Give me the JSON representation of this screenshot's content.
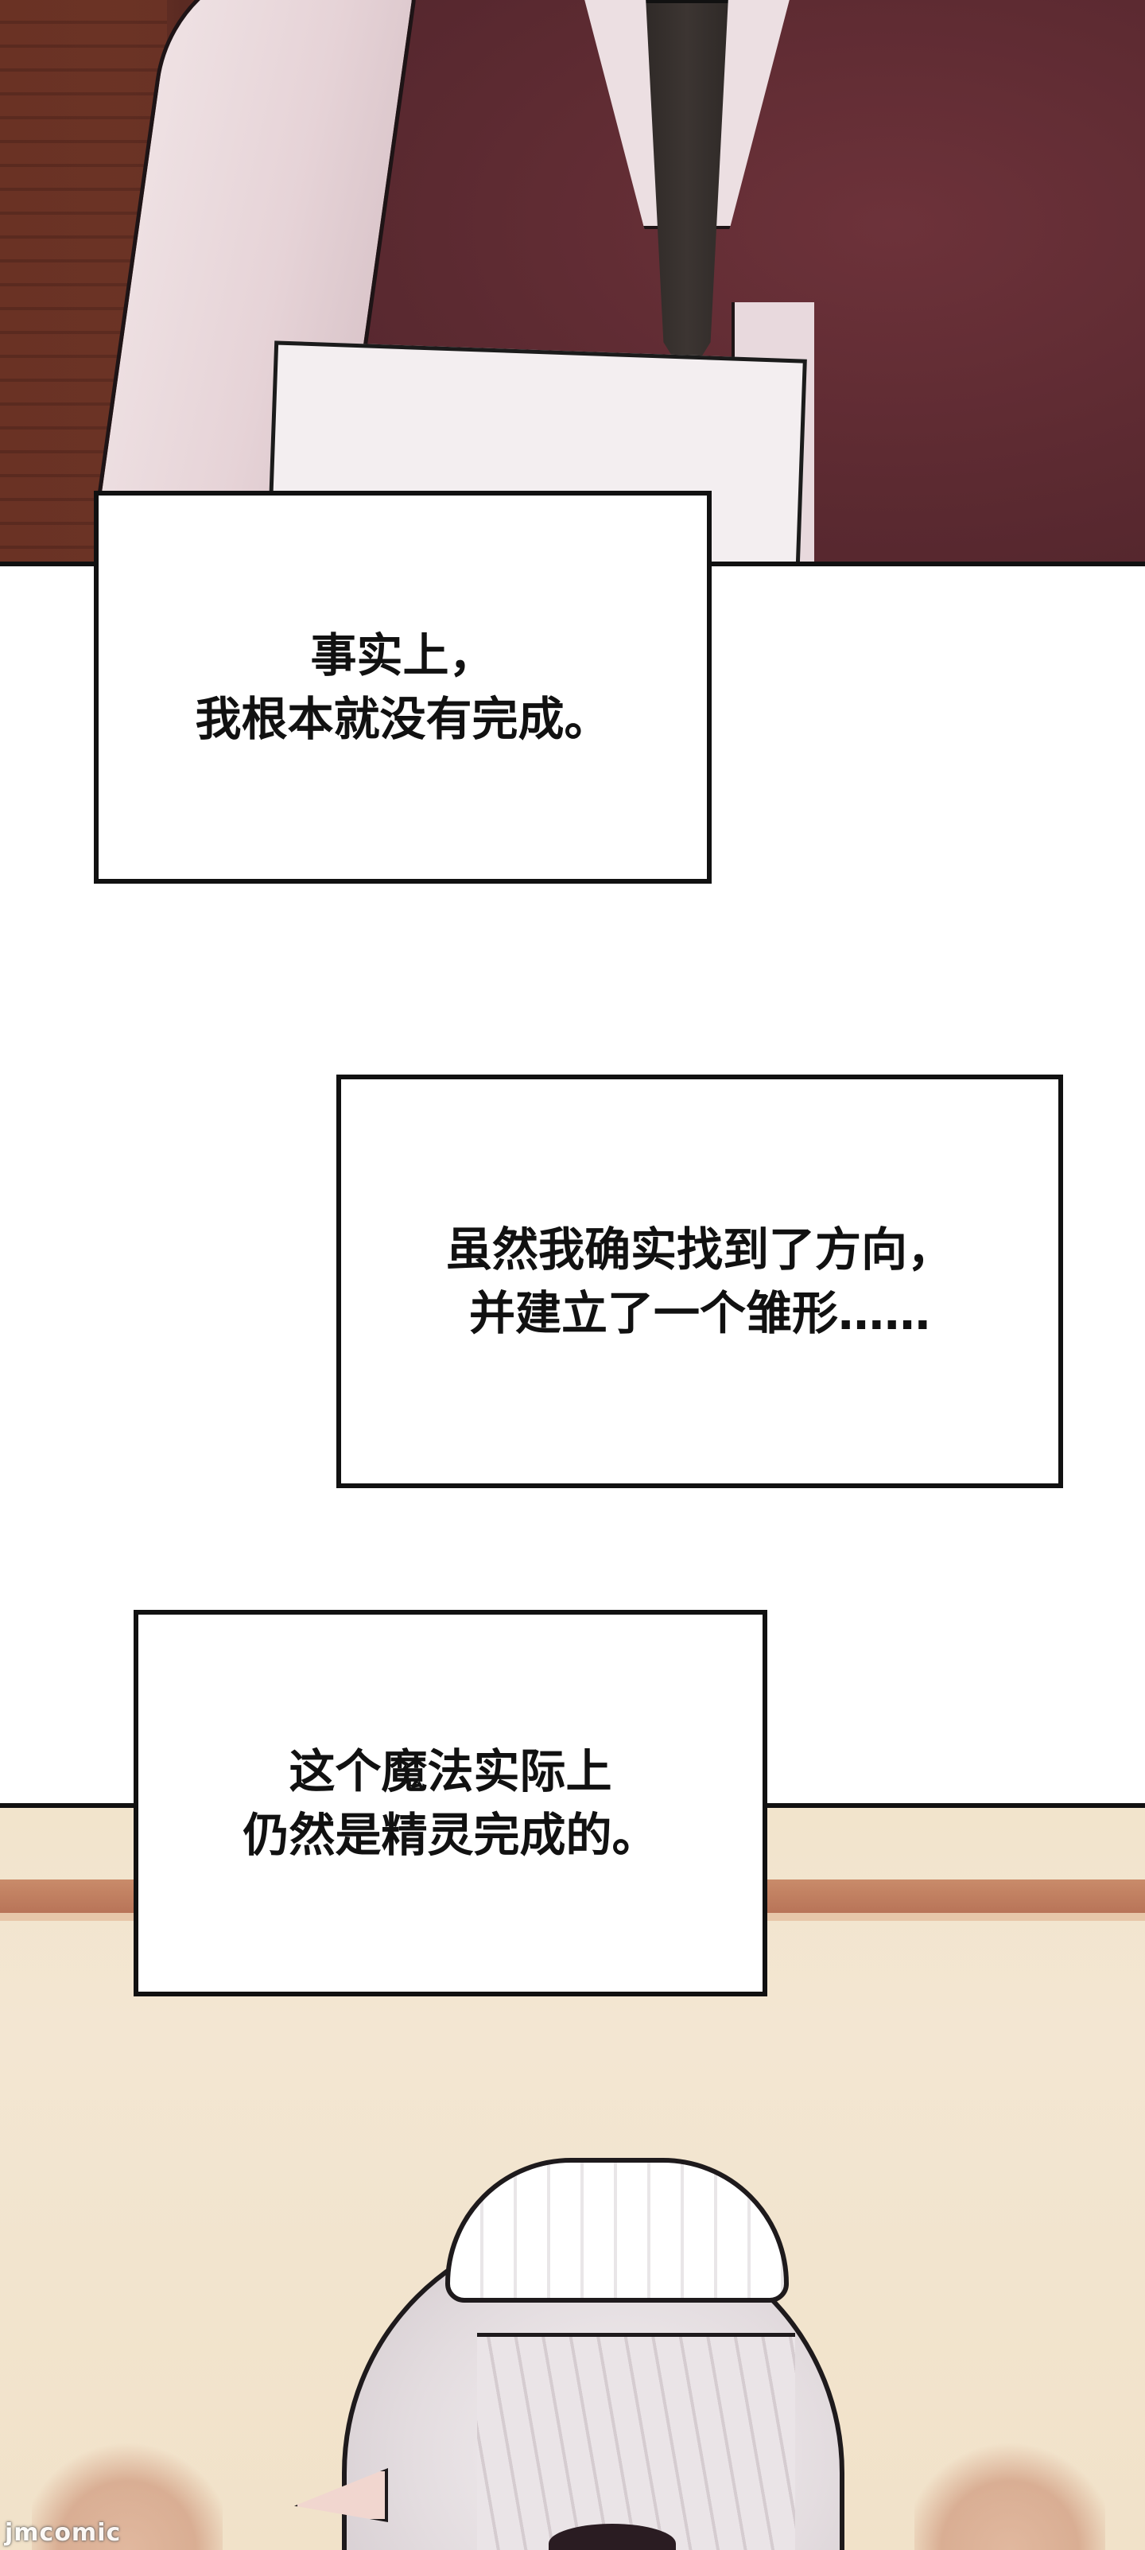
{
  "captions": [
    {
      "text": "事实上，\n我根本就没有完成。"
    },
    {
      "text": "虽然我确实找到了方向，\n并建立了一个雏形……"
    },
    {
      "text": "这个魔法实际上\n仍然是精灵完成的。"
    }
  ],
  "watermark": "jmcomic",
  "colors": {
    "top_panel": "#5c2a30",
    "bottom_panel": "#f2e4cc",
    "caption_border": "#111111"
  }
}
